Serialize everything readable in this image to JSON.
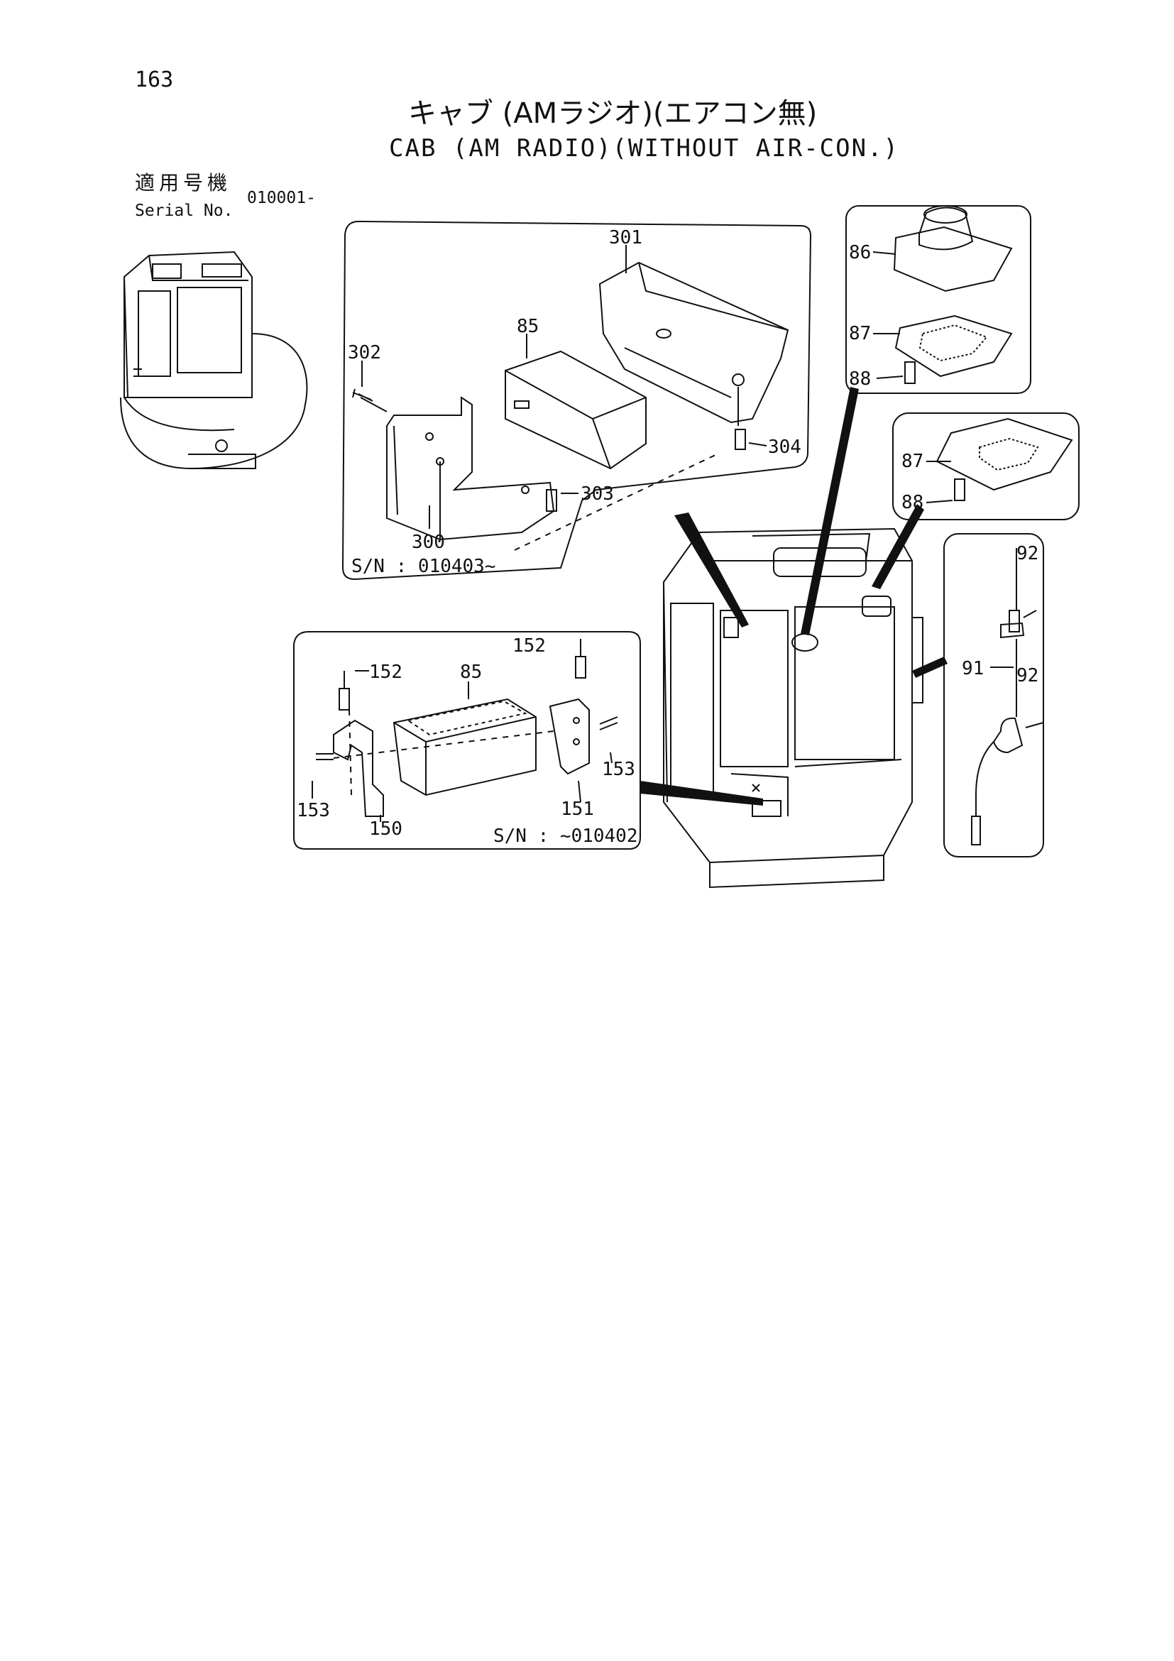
{
  "header": {
    "page_number": "163",
    "title_jp": "キャブ (AMラジオ)(エアコン無)",
    "title_en": "CAB (AM RADIO)(WITHOUT AIR-CON.)",
    "serial_label_jp": "適用号機",
    "serial_label_en": "Serial No.",
    "serial_value": "010001-"
  },
  "inset_radio_new": {
    "serial_note": "S/N : 010403~",
    "callouts": {
      "c301": "301",
      "c302": "302",
      "c85": "85",
      "c304": "304",
      "c303": "303",
      "c300": "300"
    }
  },
  "inset_speaker": {
    "callouts": {
      "c86": "86",
      "c87": "87",
      "c88": "88"
    }
  },
  "inset_grille": {
    "callouts": {
      "c87": "87",
      "c88": "88"
    }
  },
  "inset_antenna": {
    "callouts": {
      "c92a": "92",
      "c91": "91",
      "c92b": "92"
    }
  },
  "inset_radio_old": {
    "serial_note": "S/N : ~010402",
    "callouts": {
      "c152a": "152",
      "c152b": "152",
      "c85": "85",
      "c153a": "153",
      "c153b": "153",
      "c150": "150",
      "c151": "151"
    }
  }
}
